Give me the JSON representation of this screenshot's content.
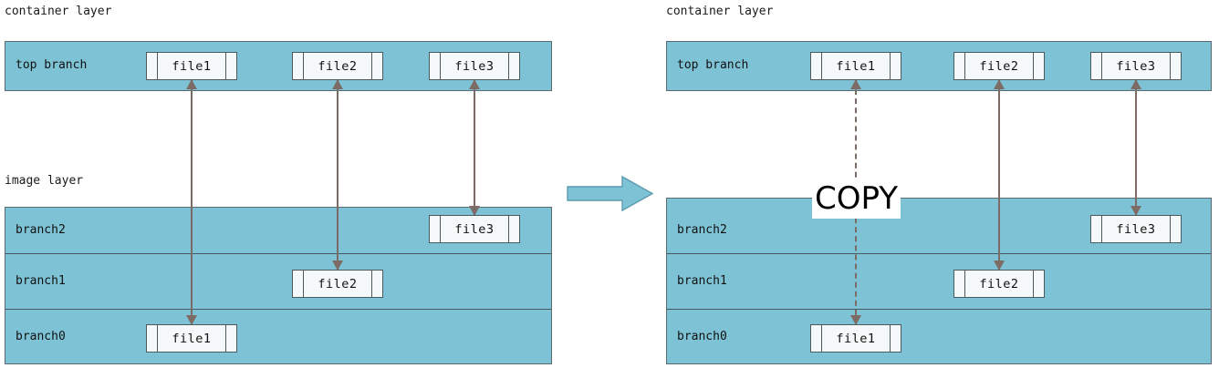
{
  "meta": {
    "title": "Container layer copy-up (copy-on-write) diagram",
    "colors": {
      "panel_fill": "#7ec3d5",
      "panel_border": "#5b6a70",
      "file_fill": "#f6f9fa",
      "file_border": "#4c5a60",
      "arrow": "#7d6b66",
      "big_arrow_fill": "#7ec3d5",
      "background": "#ffffff"
    }
  },
  "left": {
    "container_caption": "container layer",
    "image_caption": "image layer",
    "container_layer": {
      "rows": [
        {
          "label": "top branch",
          "files": [
            "file1",
            "file2",
            "file3"
          ]
        }
      ]
    },
    "image_layer": {
      "rows": [
        {
          "label": "branch2",
          "files": [
            "file3"
          ]
        },
        {
          "label": "branch1",
          "files": [
            "file2"
          ]
        },
        {
          "label": "branch0",
          "files": [
            "file1"
          ]
        }
      ]
    },
    "connectors": [
      {
        "file": "file1",
        "style": "solid",
        "heads": "both"
      },
      {
        "file": "file2",
        "style": "solid",
        "heads": "both"
      },
      {
        "file": "file3",
        "style": "solid",
        "heads": "both"
      }
    ]
  },
  "right": {
    "container_caption": "container layer",
    "image_caption": "",
    "container_layer": {
      "rows": [
        {
          "label": "top branch",
          "files": [
            "file1",
            "file2",
            "file3"
          ]
        }
      ]
    },
    "image_layer": {
      "rows": [
        {
          "label": "branch2",
          "files": [
            "file3"
          ]
        },
        {
          "label": "branch1",
          "files": [
            "file2"
          ]
        },
        {
          "label": "branch0",
          "files": [
            "file1"
          ]
        }
      ]
    },
    "connectors": [
      {
        "file": "file1",
        "style": "dashed",
        "heads": "both",
        "annotation": "COPY"
      },
      {
        "file": "file2",
        "style": "solid",
        "heads": "both"
      },
      {
        "file": "file3",
        "style": "solid",
        "heads": "both"
      }
    ],
    "copy_label": "COPY"
  },
  "transition": {
    "icon": "right-arrow-icon"
  }
}
